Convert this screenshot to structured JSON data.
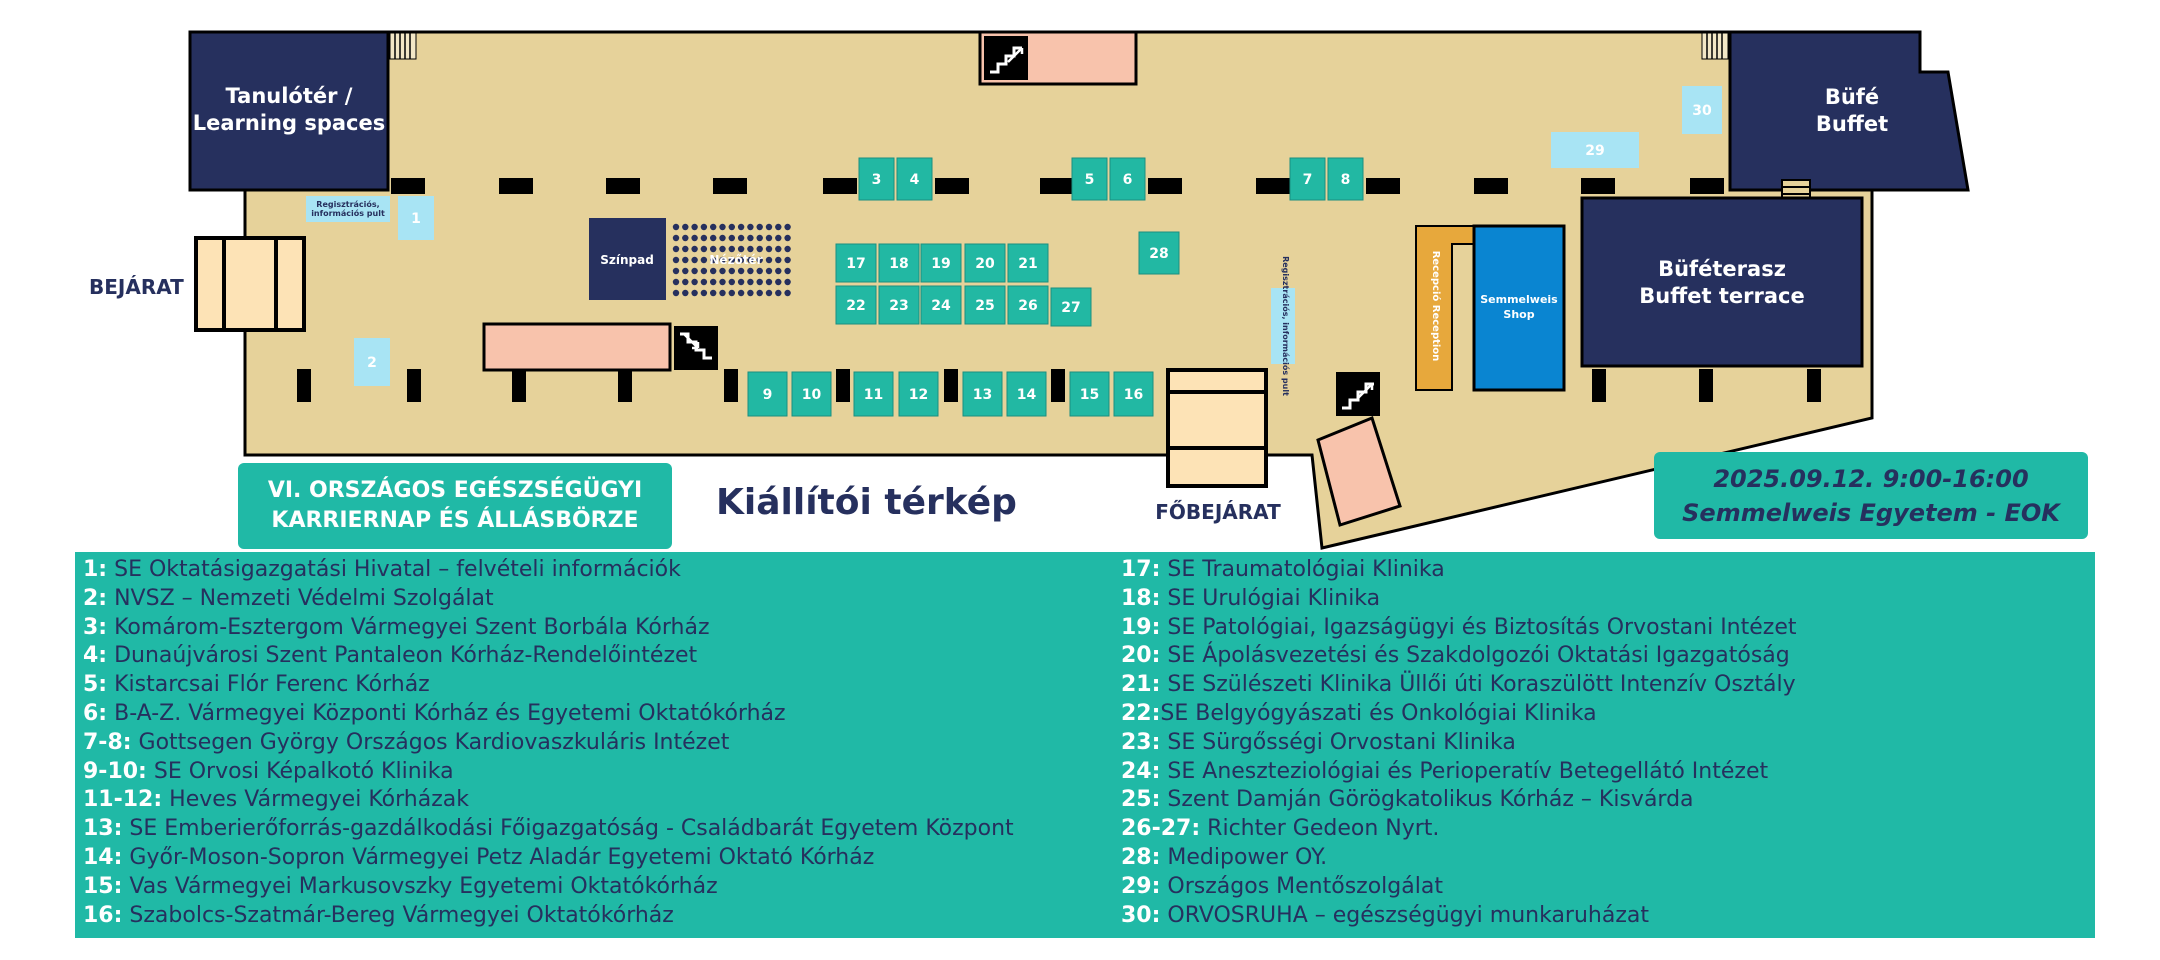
{
  "map": {
    "learning_space_1": "Tanulótér /",
    "learning_space_2": "Learning spaces",
    "buffet_1": "Büfé",
    "buffet_2": "Buffet",
    "terrace_1": "Büféterasz",
    "terrace_2": "Buffet terrace",
    "entrance": "BEJÁRAT",
    "main_entrance": "FŐBEJÁRAT",
    "stage": "Színpad",
    "audience": "Nézőtér",
    "registration_1": "Regisztrációs,",
    "registration_2": "információs pult",
    "reception": "Recepció Reception",
    "shop_1": "Semmelweis",
    "shop_2": "Shop",
    "info_desk": "Regisztrációs, információs pult",
    "booths": [
      "1",
      "2",
      "3",
      "4",
      "5",
      "6",
      "7",
      "8",
      "9",
      "10",
      "11",
      "12",
      "13",
      "14",
      "15",
      "16",
      "17",
      "18",
      "19",
      "20",
      "21",
      "22",
      "23",
      "24",
      "25",
      "26",
      "27",
      "28",
      "29",
      "30"
    ]
  },
  "header": {
    "event_line1": "VI. ORSZÁGOS EGÉSZSÉGÜGYI",
    "event_line2": "KARRIERNAP ÉS ÁLLÁSBÖRZE",
    "title": "Kiállítói térkép",
    "date": "2025.09.12. 9:00-16:00",
    "venue": "Semmelweis Egyetem - EOK"
  },
  "colors": {
    "floor": "#e6d29a",
    "navy": "#26305e",
    "booth": "#22b8a3",
    "light_booth": "#a8e4f4",
    "salmon": "#f8c3ac",
    "entrance": "#fde3b6",
    "reception": "#e7a83c",
    "shop": "#0a85d1",
    "accent": "#20b9a6"
  },
  "legend": {
    "left": [
      {
        "num": "1:",
        "text": " SE Oktatásigazgatási Hivatal – felvételi információk"
      },
      {
        "num": "2:",
        "text": " NVSZ – Nemzeti Védelmi Szolgálat"
      },
      {
        "num": "3:",
        "text": " Komárom-Esztergom Vármegyei Szent Borbála Kórház"
      },
      {
        "num": "4:",
        "text": " Dunaújvárosi Szent Pantaleon Kórház-Rendelőintézet"
      },
      {
        "num": "5:",
        "text": " Kistarcsai Flór Ferenc Kórház"
      },
      {
        "num": "6:",
        "text": " B-A-Z. Vármegyei Központi Kórház és Egyetemi Oktatókórház"
      },
      {
        "num": "7-8:",
        "text": " Gottsegen György Országos Kardiovaszkuláris Intézet"
      },
      {
        "num": "9-10:",
        "text": " SE Orvosi Képalkotó Klinika"
      },
      {
        "num": "11-12:",
        "text": " Heves Vármegyei Kórházak"
      },
      {
        "num": "13:",
        "text": " SE Emberierőforrás-gazdálkodási Főigazgatóság - Családbarát Egyetem Központ"
      },
      {
        "num": "14:",
        "text": " Győr-Moson-Sopron Vármegyei Petz Aladár Egyetemi Oktató Kórház"
      },
      {
        "num": "15:",
        "text": " Vas Vármegyei Markusovszky Egyetemi Oktatókórház"
      },
      {
        "num": "16:",
        "text": " Szabolcs-Szatmár-Bereg Vármegyei Oktatókórház"
      }
    ],
    "right": [
      {
        "num": "17:",
        "text": " SE Traumatológiai Klinika"
      },
      {
        "num": "18:",
        "text": " SE Urulógiai Klinika"
      },
      {
        "num": "19:",
        "text": " SE Patológiai, Igazságügyi és Biztosítás Orvostani Intézet"
      },
      {
        "num": "20:",
        "text": " SE Ápolásvezetési és Szakdolgozói Oktatási Igazgatóság"
      },
      {
        "num": "21:",
        "text": " SE Szülészeti Klinika Üllői úti Koraszülött Intenzív Osztály"
      },
      {
        "num": "22:",
        "text": "SE Belgyógyászati és Onkológiai Klinika"
      },
      {
        "num": "23:",
        "text": " SE Sürgősségi Orvostani Klinika"
      },
      {
        "num": "24:",
        "text": " SE Aneszteziológiai és Perioperatív Betegellátó Intézet"
      },
      {
        "num": "25:",
        "text": " Szent Damján Görögkatolikus Kórház – Kisvárda"
      },
      {
        "num": "26-27:",
        "text": " Richter Gedeon Nyrt."
      },
      {
        "num": "28:",
        "text": " Medipower OY."
      },
      {
        "num": "29:",
        "text": " Országos Mentőszolgálat"
      },
      {
        "num": "30:",
        "text": " ORVOSRUHA – egészségügyi munkaruházat"
      }
    ]
  }
}
